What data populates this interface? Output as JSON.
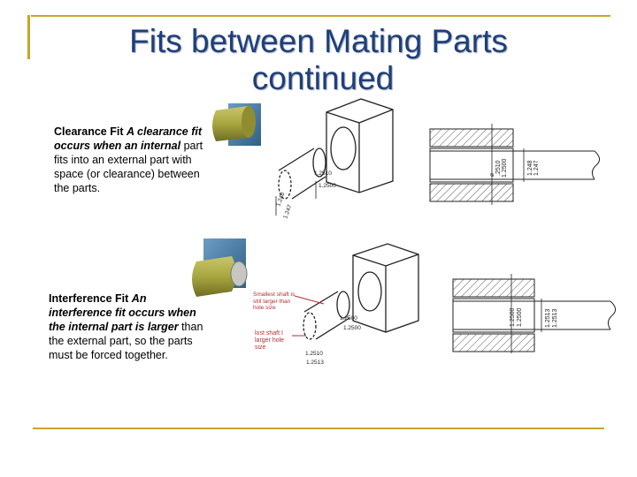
{
  "slide": {
    "title_line1": "Fits between Mating Parts",
    "title_line2": "continued"
  },
  "clearance": {
    "term": "Clearance Fit",
    "def_emph": "A clearance fit occurs when an internal",
    "def_rest": "part fits into an external part with space (or clearance) between the parts.",
    "dims": {
      "hole_max": ".2510",
      "hole_min": "1.2500",
      "shaft_max": "1.248",
      "shaft_min": "1.247",
      "iso_hole_1": "1.2510",
      "iso_hole_2": "1.2500",
      "iso_shaft_1": "1.248",
      "iso_shaft_2": "1.247",
      "dia": "⌀"
    }
  },
  "interference": {
    "term": "Interference Fit",
    "def_emph_1": "An interference fit occurs when the internal part is",
    "def_emph_2": "larger",
    "def_rest": "than the external part, so the parts must be forced together.",
    "dims": {
      "hole_1": "1.2500",
      "hole_2": "1.2500",
      "shaft_1": "1.2513",
      "shaft_2": "1.2513",
      "iso_hole_1": "1.2500",
      "iso_hole_2": "1.2500",
      "iso_shaft_1": "1.2510",
      "iso_shaft_2": "1.2513"
    },
    "note_small": "Smallest shaft is still larger than hole size",
    "note_large": "lost shaft I larger hole size"
  },
  "colors": {
    "frame": "#c8a52a",
    "title": "#1f3f7a",
    "shaft_olive": "#a8a640",
    "block_blue": "#4a7fa8",
    "note_red": "#b03030"
  }
}
